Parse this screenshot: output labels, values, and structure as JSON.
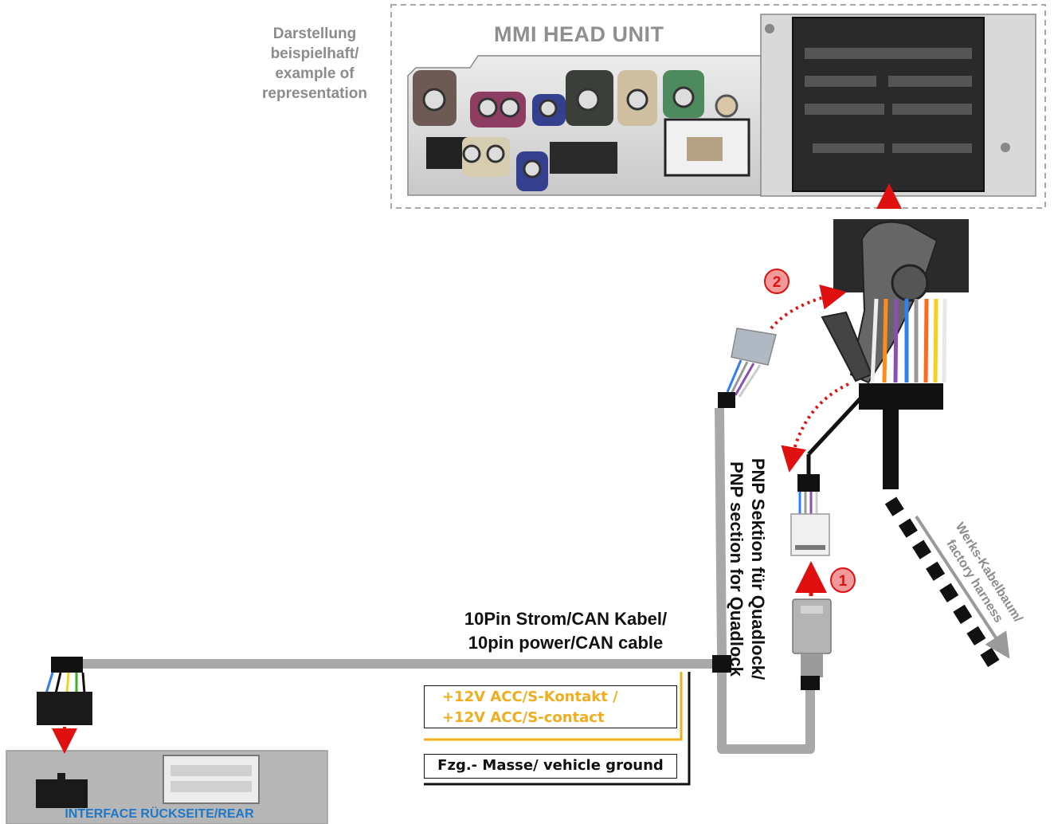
{
  "note": {
    "line1": "Darstellung",
    "line2": "beispielhaft/",
    "line3": "example  of",
    "line4": "representation"
  },
  "mmi": {
    "title": "MMI HEAD UNIT"
  },
  "cable": {
    "line1": "10Pin Strom/CAN Kabel/",
    "line2": "10pin power/CAN cable"
  },
  "acc": {
    "line1": "+12V ACC/S-Kontakt /",
    "line2": "+12V ACC/S-contact"
  },
  "ground": {
    "label": "Fzg.- Masse/ vehicle ground"
  },
  "interface": {
    "label": "INTERFACE  RÜCKSEITE/REAR"
  },
  "pnp": {
    "line1": "PNP Sektion für Quadlock/",
    "line2": "PNP section for Quadlock"
  },
  "factory": {
    "line1": "Werks-Kabelbaum/",
    "line2": "factory harness"
  },
  "steps": {
    "one": "1",
    "two": "2"
  },
  "colors": {
    "arrow_red": "#e01010",
    "cable_gray": "#a8a8a8",
    "acc_yellow": "#f0ad1e",
    "label_gray": "#8c8c8c",
    "interface_blue": "#1e78c8"
  }
}
